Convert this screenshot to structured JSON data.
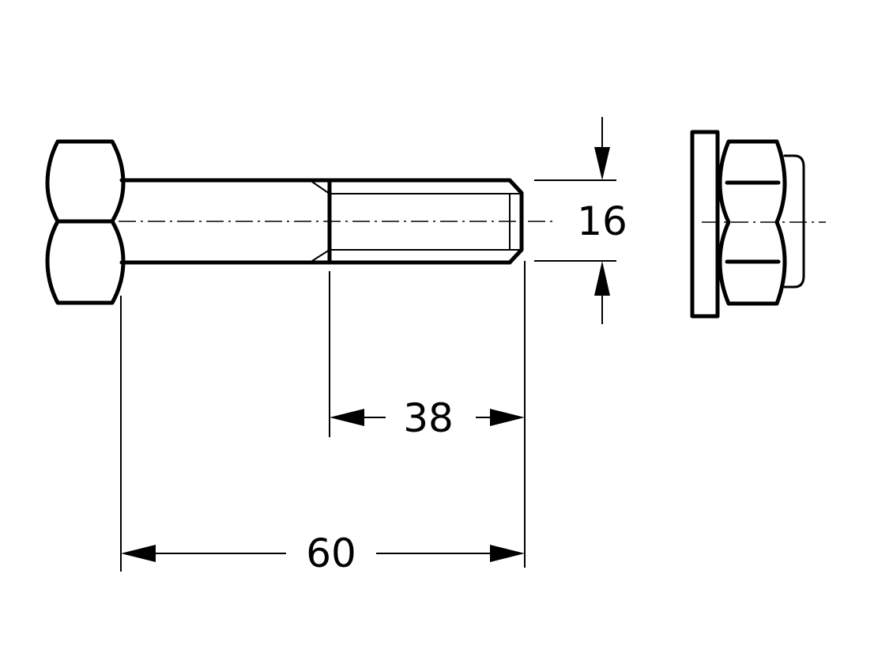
{
  "dimensions": {
    "bolt_length": "60",
    "thread_length": "38",
    "bolt_diameter": "16"
  },
  "colors": {
    "line": "#000000",
    "background": "#ffffff"
  }
}
